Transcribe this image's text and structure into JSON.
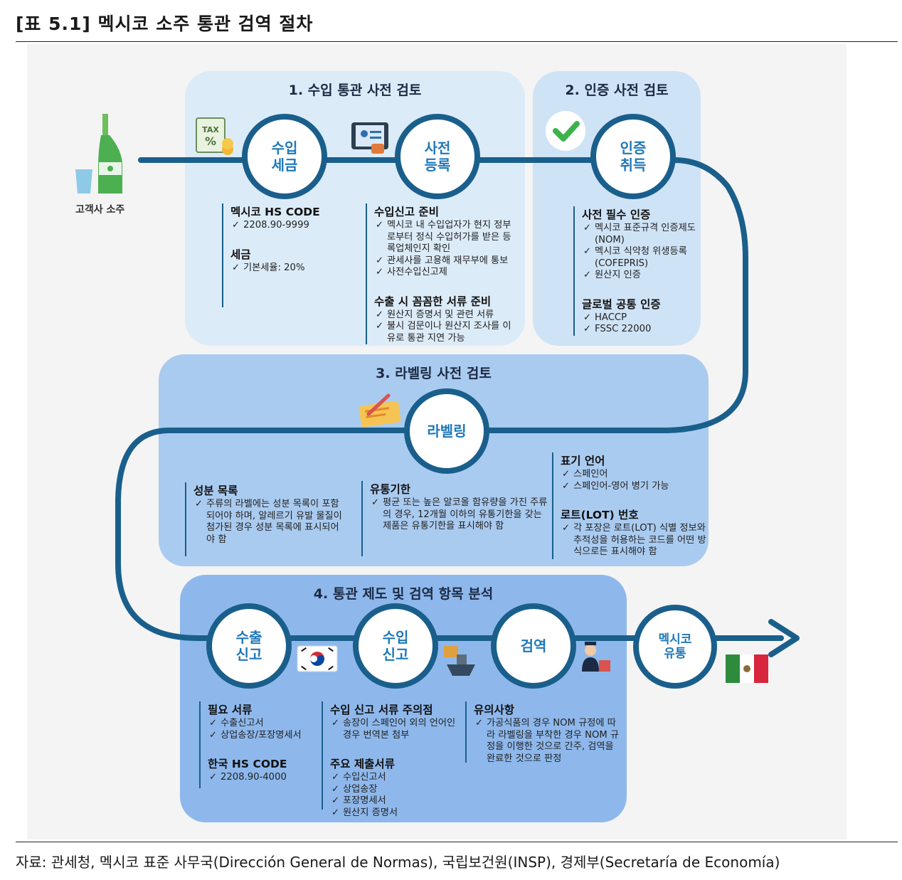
{
  "title": "[표 5.1] 멕시코 소주 통관 검역 절차",
  "source": "자료: 관세청, 멕시코 표준 사무국(Dirección General de Normas), 국립보건원(INSP), 경제부(Secretaría de Economía)",
  "start_label": "고객사 소주",
  "panel1": {
    "title": "1. 수입 통관 사전 검토",
    "circle_a": "수입\n세금",
    "circle_b": "사전\n등록",
    "tax_icon_text": "TAX\n%",
    "col1": {
      "h1": "멕시코 HS CODE",
      "i1": [
        "2208.90-9999"
      ],
      "h2": "세금",
      "i2": [
        "기본세율: 20%"
      ]
    },
    "col2": {
      "h1": "수입신고 준비",
      "i1": [
        "멕시코 내 수입업자가 현지 정부로부터 정식 수입허가를 받은 등록업체인지 확인",
        "관세사를 고용해 재무부에 통보",
        "사전수입신고제"
      ],
      "h2": "수출 시 꼼꼼한 서류 준비",
      "i2": [
        "원산지 증명서 및 관련 서류",
        "불시 검문이나 원산지 조사를 이유로 통관 지연 가능"
      ]
    }
  },
  "panel2": {
    "title": "2. 인증 사전 검토",
    "circle": "인증\n취득",
    "h1": "사전 필수 인증",
    "i1": [
      "멕시코 표준규격 인증제도(NOM)",
      "멕시코 식약청 위생등록(COFEPRIS)",
      "원산지 인증"
    ],
    "h2": "글로벌 공통 인증",
    "i2": [
      "HACCP",
      "FSSC 22000"
    ]
  },
  "panel3": {
    "title": "3. 라벨링 사전 검토",
    "circle": "라벨링",
    "col1": {
      "h": "성분 목록",
      "i": [
        "주류의 라벨에는 성분 목록이 포함되어야 하며, 알레르기 유발 물질이 첨가된 경우 성분 목록에 표시되어야 함"
      ]
    },
    "col2": {
      "h": "유통기한",
      "i": [
        "평균 또는 높은 알코올 함유량을 가진 주류의 경우, 12개월 이하의 유통기한을 갖는 제품은 유통기한을 표시해야 함"
      ]
    },
    "col3": {
      "h1": "표기 언어",
      "i1": [
        "스페인어",
        "스페인어-영어 병기 가능"
      ],
      "h2": "로트(LOT) 번호",
      "i2": [
        "각 포장은 로트(LOT) 식별 정보와 추적성을 허용하는 코드를 어떤 방식으로든 표시해야 함"
      ]
    }
  },
  "panel4": {
    "title": "4. 통관 제도 및 검역 항목 분석",
    "circle_a": "수출\n신고",
    "circle_b": "수입\n신고",
    "circle_c": "검역",
    "circle_d": "멕시코\n유통",
    "col1": {
      "h1": "필요 서류",
      "i1": [
        "수출신고서",
        "상업송장/포장명세서"
      ],
      "h2": "한국 HS CODE",
      "i2": [
        "2208.90-4000"
      ]
    },
    "col2": {
      "h1": "수입 신고 서류 주의점",
      "i1": [
        "송장이 스페인어 외의 언어인 경우 번역본 첨부"
      ],
      "h2": "주요 제출서류",
      "i2": [
        "수입신고서",
        "상업송장",
        "포장명세서",
        "원산지 증명서"
      ]
    },
    "col3": {
      "h1": "유의사항",
      "i1": [
        "가공식품의 경우 NOM 규정에 따라 라벨링을 부착한 경우 NOM 규정을 이행한 것으로 간주, 검역을 완료한 것으로 판정"
      ]
    }
  },
  "colors": {
    "path": "#1a5f8c",
    "panel1": "#dbeaf7",
    "panel3": "#a9cbf0",
    "panel4": "#8db7ec",
    "circle_text": "#1f78b8"
  }
}
